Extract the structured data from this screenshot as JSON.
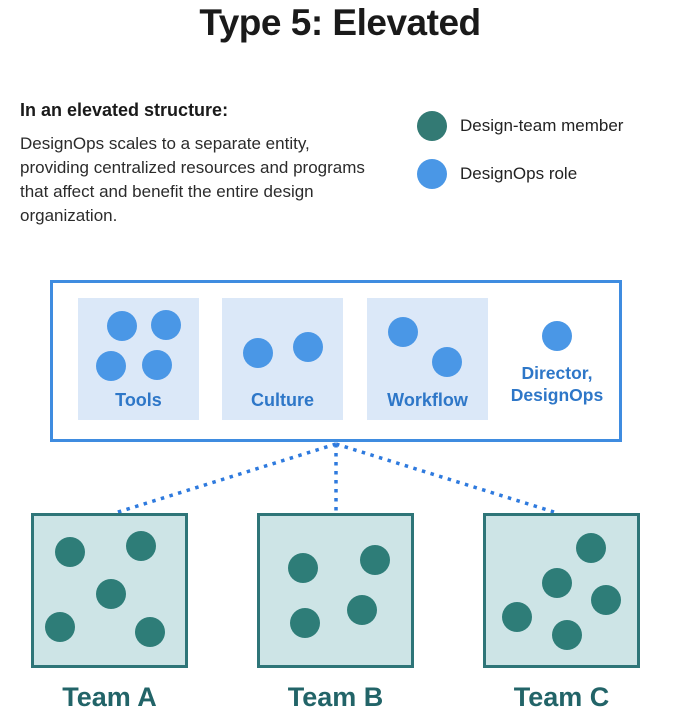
{
  "page": {
    "title": "Type 5: Elevated"
  },
  "intro": {
    "heading": "In an elevated structure:",
    "body": "DesignOps scales to a separate entity, providing centralized resources and programs that affect and benefit the entire design organization."
  },
  "legend": [
    {
      "label": "Design-team member",
      "color": "#337a74"
    },
    {
      "label": "DesignOps role",
      "color": "#4a97e6"
    }
  ],
  "entity": {
    "groups": [
      {
        "label": "Tools",
        "designops_roles": 4
      },
      {
        "label": "Culture",
        "designops_roles": 2
      },
      {
        "label": "Workflow",
        "designops_roles": 2
      }
    ],
    "director": {
      "label_line1": "Director,",
      "label_line2": "DesignOps",
      "designops_roles": 1
    }
  },
  "teams": [
    {
      "label": "Team A",
      "members": 5
    },
    {
      "label": "Team B",
      "members": 4
    },
    {
      "label": "Team C",
      "members": 5
    }
  ],
  "colors": {
    "designops_blue": "#4a97e6",
    "entity_border_blue": "#3f8ce0",
    "group_bg_blue": "#dbe8f8",
    "label_blue": "#2e77c8",
    "member_teal": "#2e7d78",
    "team_bg": "#cde4e6",
    "team_border": "#2e7578",
    "team_label_teal": "#226468",
    "connector_blue": "#2e7ade",
    "title_color": "#1a1a1a"
  }
}
